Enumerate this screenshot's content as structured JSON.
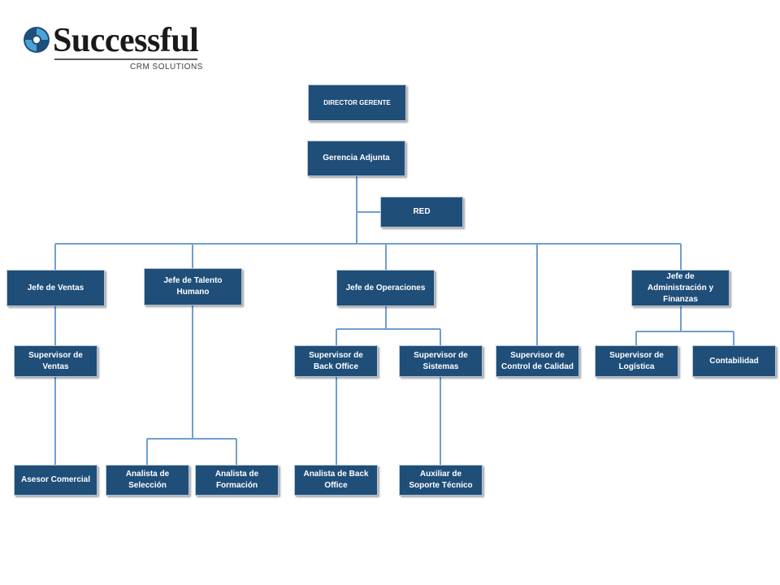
{
  "logo": {
    "name": "Successful",
    "tagline": "CRM SOLUTIONS",
    "colors": {
      "icon_dark": "#1f4e79",
      "icon_light": "#4aa3d8"
    }
  },
  "colors": {
    "box_fill": "#1f4e79",
    "box_border": "#b8c7d8",
    "connector": "#6f9fd0"
  },
  "org_chart": {
    "director": "DIRECTOR GERENTE",
    "gerencia": "Gerencia Adjunta",
    "red": "RED",
    "jefe_ventas": "Jefe de Ventas",
    "jefe_talento": "Jefe de Talento Humano",
    "jefe_operaciones": "Jefe de Operaciones",
    "jefe_admin": "Jefe de Administración y Finanzas",
    "sup_ventas": "Supervisor de Ventas",
    "sup_back_office": "Supervisor de Back Office",
    "sup_sistemas": "Supervisor de Sistemas",
    "sup_calidad": "Supervisor de Control de Calidad",
    "sup_logistica": "Supervisor de Logística",
    "contabilidad": "Contabilidad",
    "asesor": "Asesor Comercial",
    "analista_seleccion": "Analista de Selección",
    "analista_formacion": "Analista de Formación",
    "analista_back_office": "Analista de Back Office",
    "auxiliar_soporte": "Auxiliar de Soporte Técnico"
  }
}
